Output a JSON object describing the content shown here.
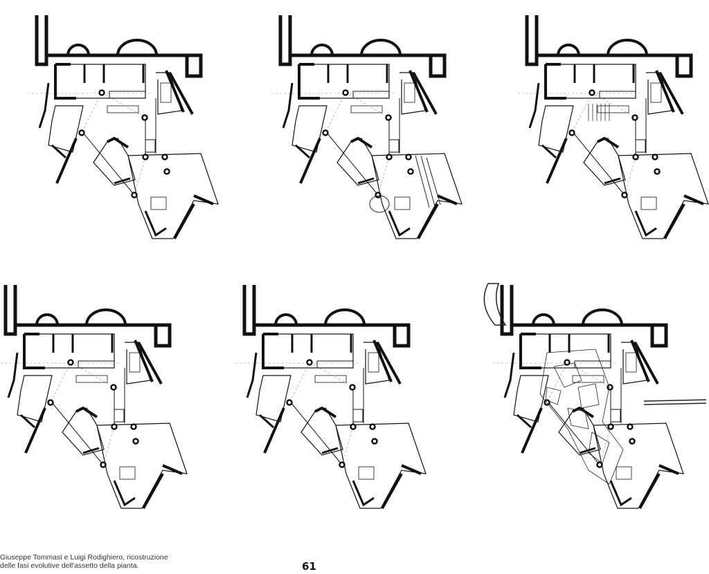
{
  "figure": {
    "caption_line1": "Giuseppe Tommasi e Luigi Rodighiero, ricostruzione",
    "caption_line2": "delle fasi evolutive dell'assetto della pianta."
  },
  "page_number": "61"
}
